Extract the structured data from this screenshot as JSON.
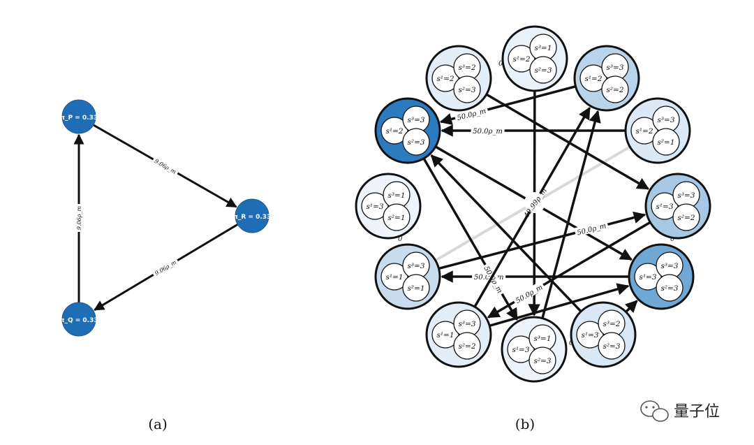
{
  "panel_a": {
    "caption": "(a)",
    "nodes": [
      {
        "id": "P",
        "label": "π_P = 0.33",
        "color": "#1f6db5"
      },
      {
        "id": "Q",
        "label": "π_Q = 0.33",
        "color": "#1f6db5"
      },
      {
        "id": "R",
        "label": "π_R = 0.33",
        "color": "#1f6db5"
      }
    ],
    "edges": [
      {
        "from": "Q",
        "to": "P",
        "label": "9.06ρ_m"
      },
      {
        "from": "P",
        "to": "R",
        "label": "9.06ρ_m"
      },
      {
        "from": "R",
        "to": "Q",
        "label": "9.06ρ_m"
      }
    ]
  },
  "panel_b": {
    "caption": "(b)",
    "nodes": [
      {
        "id": "n0",
        "s1": "s¹=2",
        "s2": "s²=3",
        "s3": "s³=1",
        "fill": "#e9f1fa"
      },
      {
        "id": "n1",
        "s1": "s¹=2",
        "s2": "s²=2",
        "s3": "s³=3",
        "fill": "#b9d4ea"
      },
      {
        "id": "n2",
        "s1": "s¹=2",
        "s2": "s²=1",
        "s3": "s³=3",
        "fill": "#dbe8f5"
      },
      {
        "id": "n3",
        "s1": "s¹=3",
        "s2": "s²=2",
        "s3": "s³=3",
        "fill": "#a6c8e4"
      },
      {
        "id": "n4",
        "s1": "s¹=3",
        "s2": "s²=3",
        "s3": "s³=3",
        "fill": "#6fa8d5"
      },
      {
        "id": "n5",
        "s1": "s¹=3",
        "s2": "s²=3",
        "s3": "s³=2",
        "fill": "#dae7f4"
      },
      {
        "id": "n6",
        "s1": "s¹=3",
        "s2": "s²=3",
        "s3": "s³=1",
        "fill": "#ecf3fa"
      },
      {
        "id": "n7",
        "s1": "s¹=1",
        "s2": "s²=2",
        "s3": "s³=3",
        "fill": "#e3edf7"
      },
      {
        "id": "n8",
        "s1": "s¹=1",
        "s2": "s²=1",
        "s3": "s³=3",
        "fill": "#c8dcee"
      },
      {
        "id": "n9",
        "s1": "s¹=3",
        "s2": "s²=1",
        "s3": "s³=1",
        "fill": "#eef4fb"
      },
      {
        "id": "n10",
        "s1": "s¹=2",
        "s2": "s²=3",
        "s3": "s³=3",
        "fill": "#2d7bbf"
      },
      {
        "id": "n11",
        "s1": "s¹=2",
        "s2": "s²=3",
        "s3": "s³=2",
        "fill": "#e4eef8"
      }
    ],
    "edges": [
      {
        "from": "n2",
        "to": "n10",
        "label": "50.0ρ_m"
      },
      {
        "from": "n1",
        "to": "n10",
        "label": "50.0ρ_m"
      },
      {
        "from": "n0",
        "to": "n6",
        "label": ""
      },
      {
        "from": "n10",
        "to": "n4",
        "label": ""
      },
      {
        "from": "n8",
        "to": "n3",
        "label": "50.0ρ_m"
      },
      {
        "from": "n4",
        "to": "n8",
        "label": "50.0ρ_m"
      },
      {
        "from": "n3",
        "to": "n7",
        "label": "50.0ρ_m"
      },
      {
        "from": "n10",
        "to": "n6",
        "label": "50.0ρ_m"
      },
      {
        "from": "n6",
        "to": "n1",
        "label": ""
      },
      {
        "from": "n7",
        "to": "n1",
        "label": ""
      },
      {
        "from": "n11",
        "to": "n3",
        "label": ""
      },
      {
        "from": "n5",
        "to": "n10",
        "label": ""
      },
      {
        "from": "n5",
        "to": "n4",
        "label": ""
      },
      {
        "from": "n7",
        "to": "n4",
        "label": ""
      }
    ],
    "faint_edge": {
      "from": "n2",
      "to": "n8"
    },
    "center_label": "49.99ρ_m",
    "zero_label": "0"
  },
  "watermark": {
    "text": "量子位",
    "icon": "wechat-icon"
  }
}
